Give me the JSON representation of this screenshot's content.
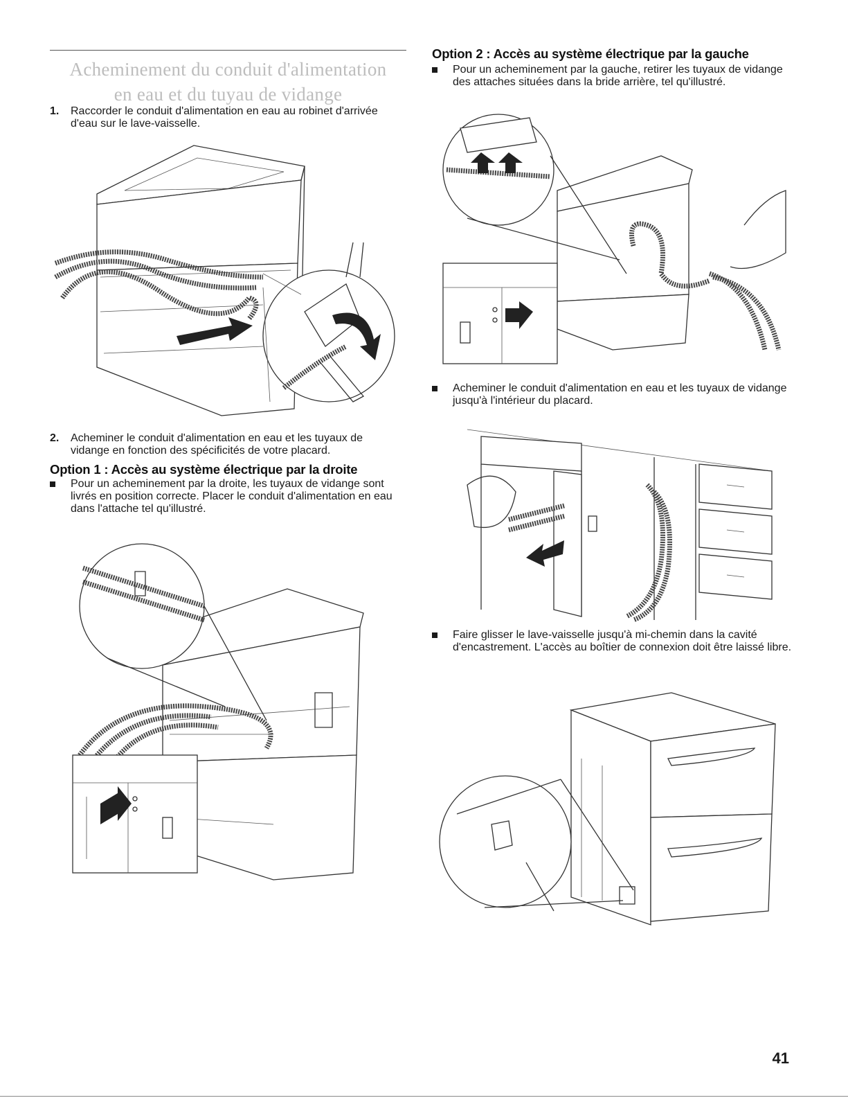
{
  "title": {
    "line1": "Acheminement du conduit d'alimentation",
    "line2": "en eau et du tuyau de vidange"
  },
  "steps": [
    {
      "num": "1.",
      "text": "Raccorder le conduit d'alimentation en eau au robinet d'arrivée d'eau sur le lave-vaisselle."
    },
    {
      "num": "2.",
      "text": "Acheminer le conduit d'alimentation en eau et les tuyaux de vidange en fonction des spécificités de votre placard."
    }
  ],
  "option1": {
    "heading": "Option 1 : Accès au système électrique par la droite",
    "bullet": "Pour un acheminement par la droite, les tuyaux de vidange sont livrés en position correcte. Placer le conduit d'alimentation en eau dans l'attache tel qu'illustré."
  },
  "option2": {
    "heading": "Option 2 : Accès au système électrique par la gauche",
    "bullets": [
      "Pour un acheminement par la gauche, retirer les tuyaux de vidange des attaches situées dans la bride arrière, tel qu'illustré.",
      "Acheminer le conduit d'alimentation en eau et les tuyaux de vidange jusqu'à l'intérieur du placard.",
      "Faire glisser le lave-vaisselle jusqu'à mi-chemin dans la cavité d'encastrement. L'accès au boîtier de connexion doit être laissé libre."
    ]
  },
  "page_number": "41"
}
